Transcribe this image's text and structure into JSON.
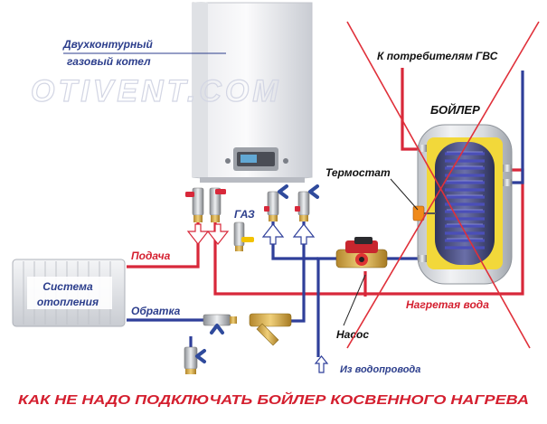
{
  "labels": {
    "boiler_line1": "Двухконтурный",
    "boiler_line2": "газовый котел",
    "watermark": "OTIVENT.COM",
    "consumers": "К потребителям ГВС",
    "tank": "БОЙЛЕР",
    "thermostat": "Термостат",
    "gas": "ГАЗ",
    "supply": "Подача",
    "return": "Обратка",
    "heating_line1": "Система",
    "heating_line2": "отопления",
    "heated_water": "Нагретая вода",
    "pump": "Насос",
    "water_main": "Из водопровода",
    "caption": "КАК НЕ НАДО ПОДКЛЮЧАТЬ БОЙЛЕР КОСВЕННОГО НАГРЕВА"
  },
  "colors": {
    "hot_pipe": "#d8283a",
    "cold_pipe": "#2f3f9a",
    "label_blue": "#2c3e8c",
    "label_red": "#d41f2f",
    "cross_red": "#e0303a",
    "valve_handle": "#2f4a9c",
    "gas_handle": "#f2c200",
    "tank_coil": "#4b4fb8"
  },
  "icons": [
    "gas-boiler-icon",
    "radiator-icon",
    "boiler-tank-icon",
    "pump-icon",
    "thermostat-icon",
    "ball-valve-icon",
    "gas-valve-icon",
    "strainer-filter-icon",
    "flow-arrow-icon"
  ]
}
